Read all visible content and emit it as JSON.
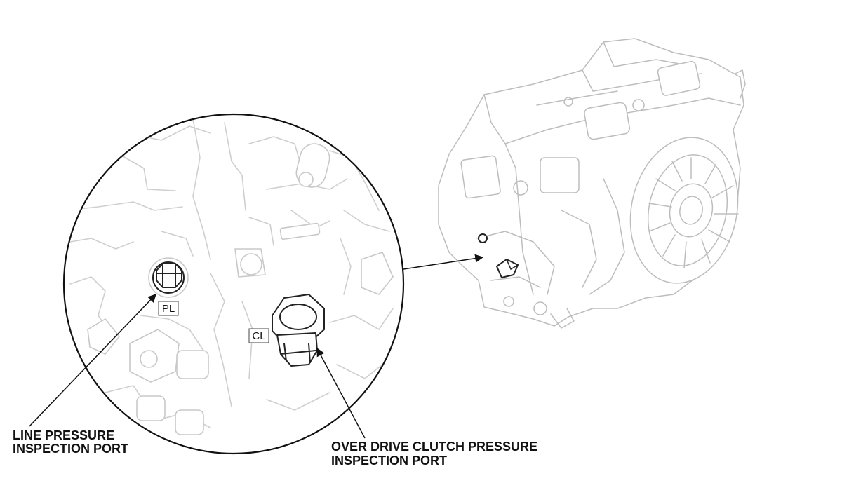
{
  "callouts": {
    "line_pressure": {
      "line1": "LINE PRESSURE",
      "line2": "INSPECTION PORT"
    },
    "overdrive_clutch": {
      "line1": "OVER DRIVE CLUTCH PRESSURE",
      "line2": "INSPECTION PORT"
    }
  },
  "tags": {
    "pl": "PL",
    "cl": "CL"
  },
  "colors": {
    "ink": "#111111",
    "ghost": "#cfcfcf",
    "background": "#ffffff"
  }
}
